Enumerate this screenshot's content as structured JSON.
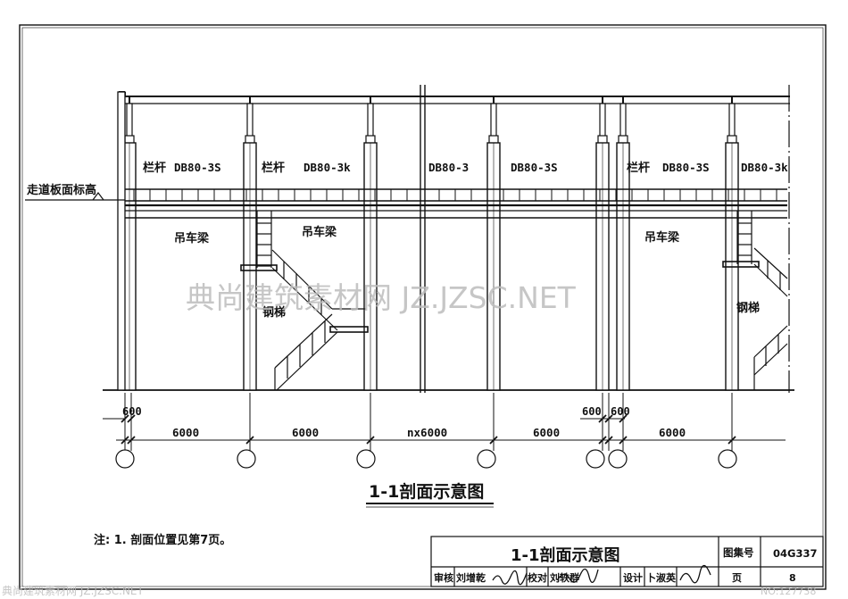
{
  "labels": {
    "walkway_elevation": "走道板面标高",
    "railing": "栏杆",
    "crane_beam": "吊车梁",
    "steel_stair": "钢梯",
    "db_3s": "DB80-3S",
    "db_3k": "DB80-3k",
    "db_3": "DB80-3"
  },
  "dimensions": {
    "d600": "600",
    "bays": [
      "6000",
      "6000",
      "nx6000",
      "6000",
      "6000"
    ]
  },
  "drawing_title": "1-1剖面示意图",
  "note": "注: 1. 剖面位置见第7页。",
  "watermark": "典尚建筑素材网 JZ.JZSC.NET",
  "footer_watermark": "典尚建筑素材网 JZ.JZSC.NET",
  "title_block": {
    "title": "1-1剖面示意图",
    "atlas_label": "图集号",
    "atlas_no": "04G337",
    "review_label": "审核",
    "reviewer": "刘增乾",
    "check_label": "校对",
    "checker": "刘轶群",
    "design_label": "设计",
    "designer": "卜淑英",
    "page_label": "页",
    "page_no": "8",
    "image_no": "NO:127738"
  }
}
